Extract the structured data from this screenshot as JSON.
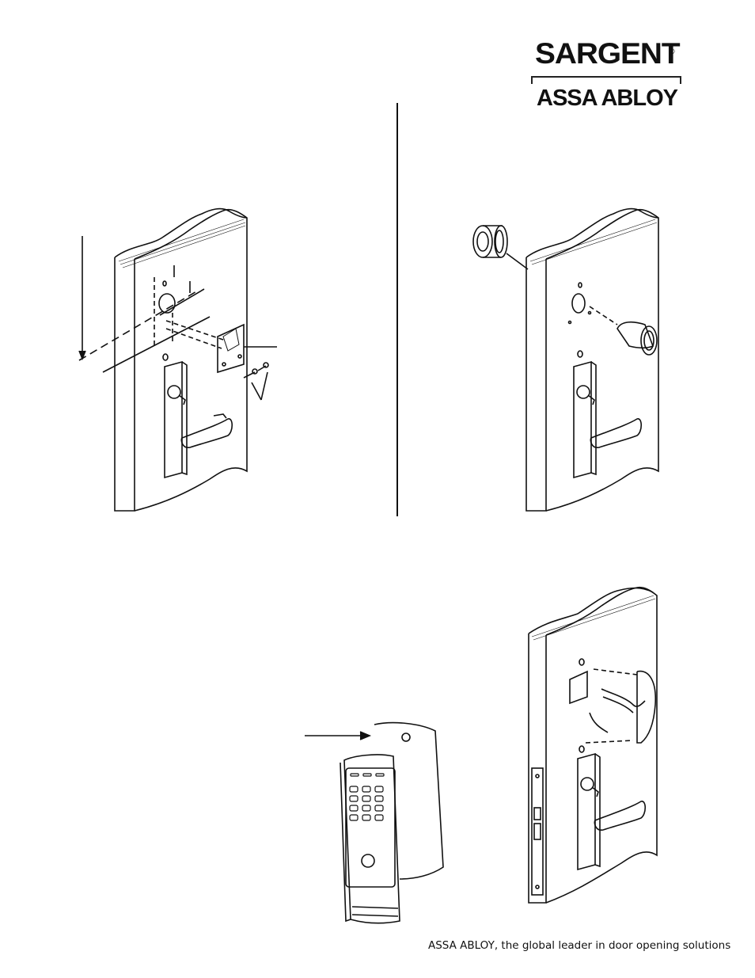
{
  "brand": {
    "name": "SARGENT",
    "registered": "®",
    "parent": "ASSA ABLOY"
  },
  "footer": {
    "tagline": "ASSA ABLOY, the global leader in door opening solutions"
  }
}
